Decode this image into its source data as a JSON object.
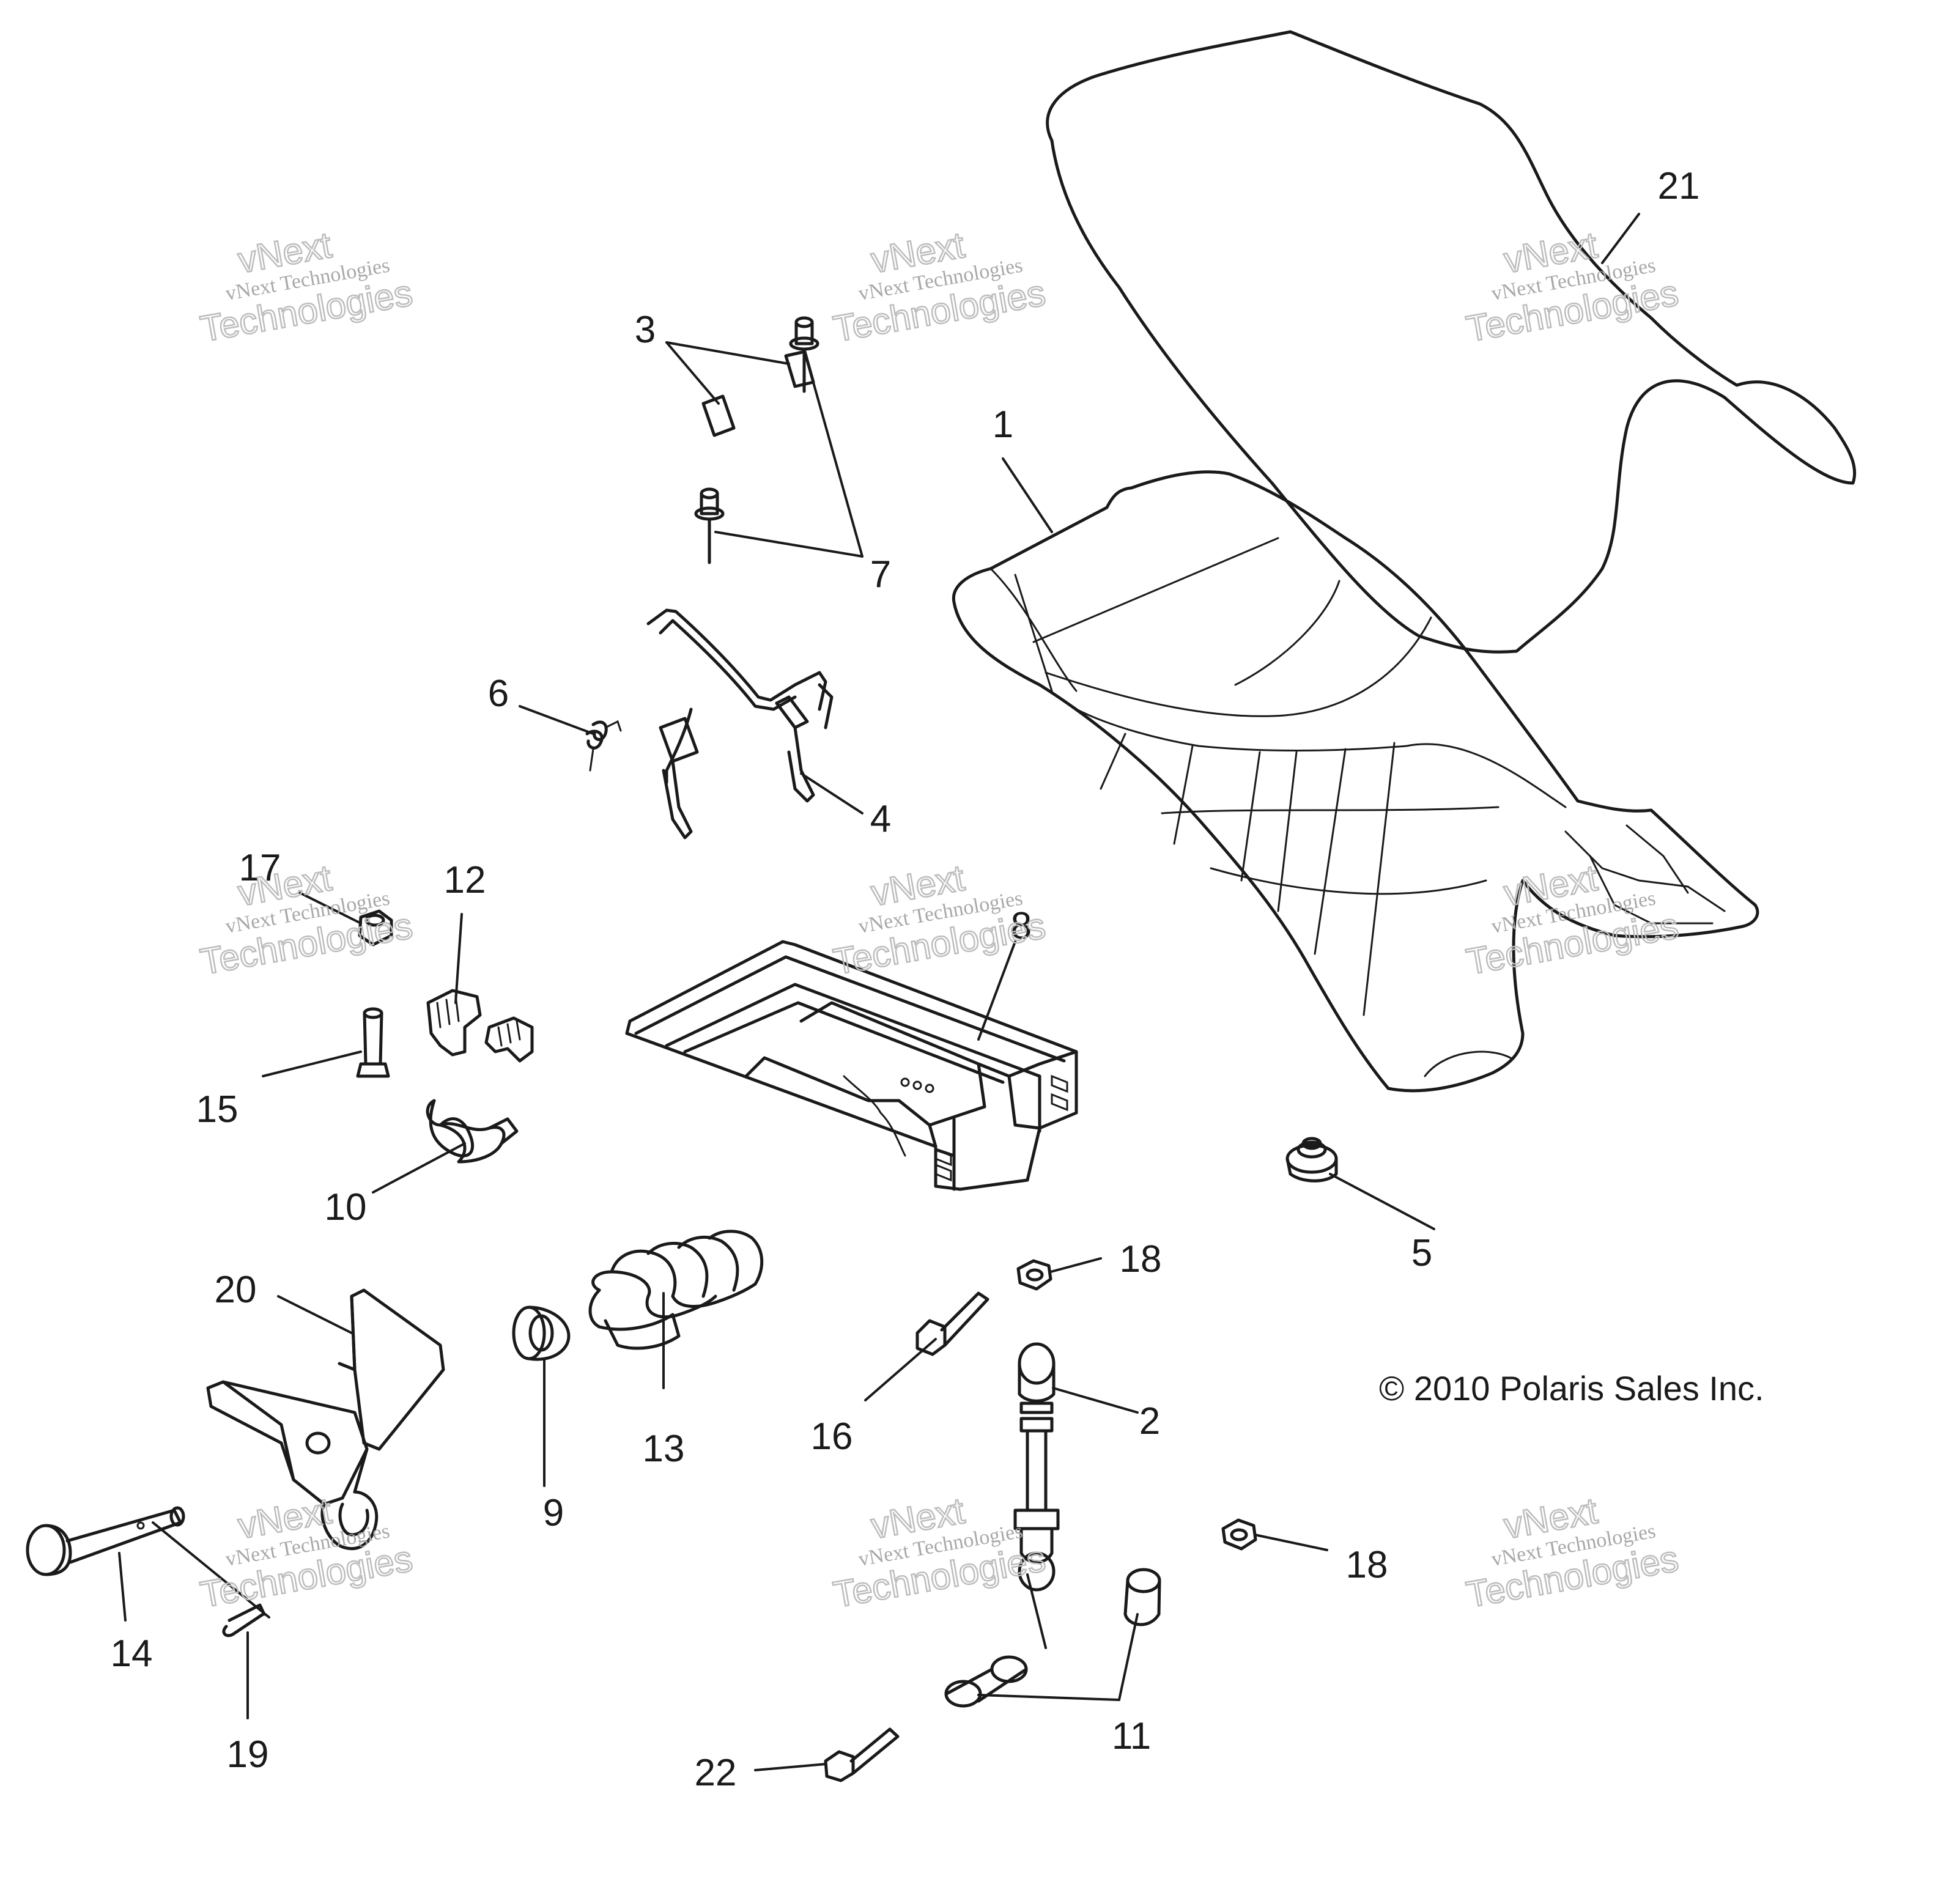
{
  "callouts": [
    {
      "id": "1",
      "label": "1"
    },
    {
      "id": "2",
      "label": "2"
    },
    {
      "id": "3",
      "label": "3"
    },
    {
      "id": "4",
      "label": "4"
    },
    {
      "id": "5",
      "label": "5"
    },
    {
      "id": "6",
      "label": "6"
    },
    {
      "id": "7",
      "label": "7"
    },
    {
      "id": "8",
      "label": "8"
    },
    {
      "id": "9",
      "label": "9"
    },
    {
      "id": "10",
      "label": "10"
    },
    {
      "id": "11",
      "label": "11"
    },
    {
      "id": "12",
      "label": "12"
    },
    {
      "id": "13",
      "label": "13"
    },
    {
      "id": "14",
      "label": "14"
    },
    {
      "id": "15",
      "label": "15"
    },
    {
      "id": "16",
      "label": "16"
    },
    {
      "id": "17",
      "label": "17"
    },
    {
      "id": "18a",
      "label": "18"
    },
    {
      "id": "18b",
      "label": "18"
    },
    {
      "id": "19",
      "label": "19"
    },
    {
      "id": "20",
      "label": "20"
    },
    {
      "id": "21",
      "label": "21"
    },
    {
      "id": "22",
      "label": "22"
    }
  ],
  "copyright": "© 2010 Polaris Sales Inc.",
  "watermark": {
    "small": "vNext Technologies",
    "big_top": "vNext",
    "big_bottom": "Technologies"
  }
}
